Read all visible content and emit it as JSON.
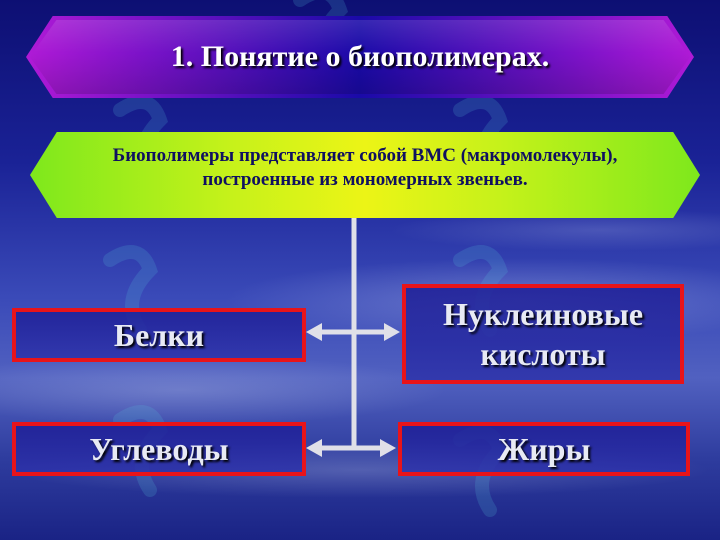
{
  "title": {
    "number": "1.",
    "text": "Понятие о биополимерах."
  },
  "definition": {
    "line1": "Биополимеры представляет собой ВМС (макромолекулы),",
    "line2": "построенные из мономерных звеньев."
  },
  "categories": {
    "proteins": "Белки",
    "nucleic_line1": "Нуклеиновые",
    "nucleic_line2": "кислоты",
    "carbohydrates": "Углеводы",
    "fats": "Жиры"
  },
  "colors": {
    "title_banner": "#7a12c8",
    "definition_banner": "#c6f21a",
    "box_border": "#e8141a",
    "connector": "#e0e0e8"
  }
}
